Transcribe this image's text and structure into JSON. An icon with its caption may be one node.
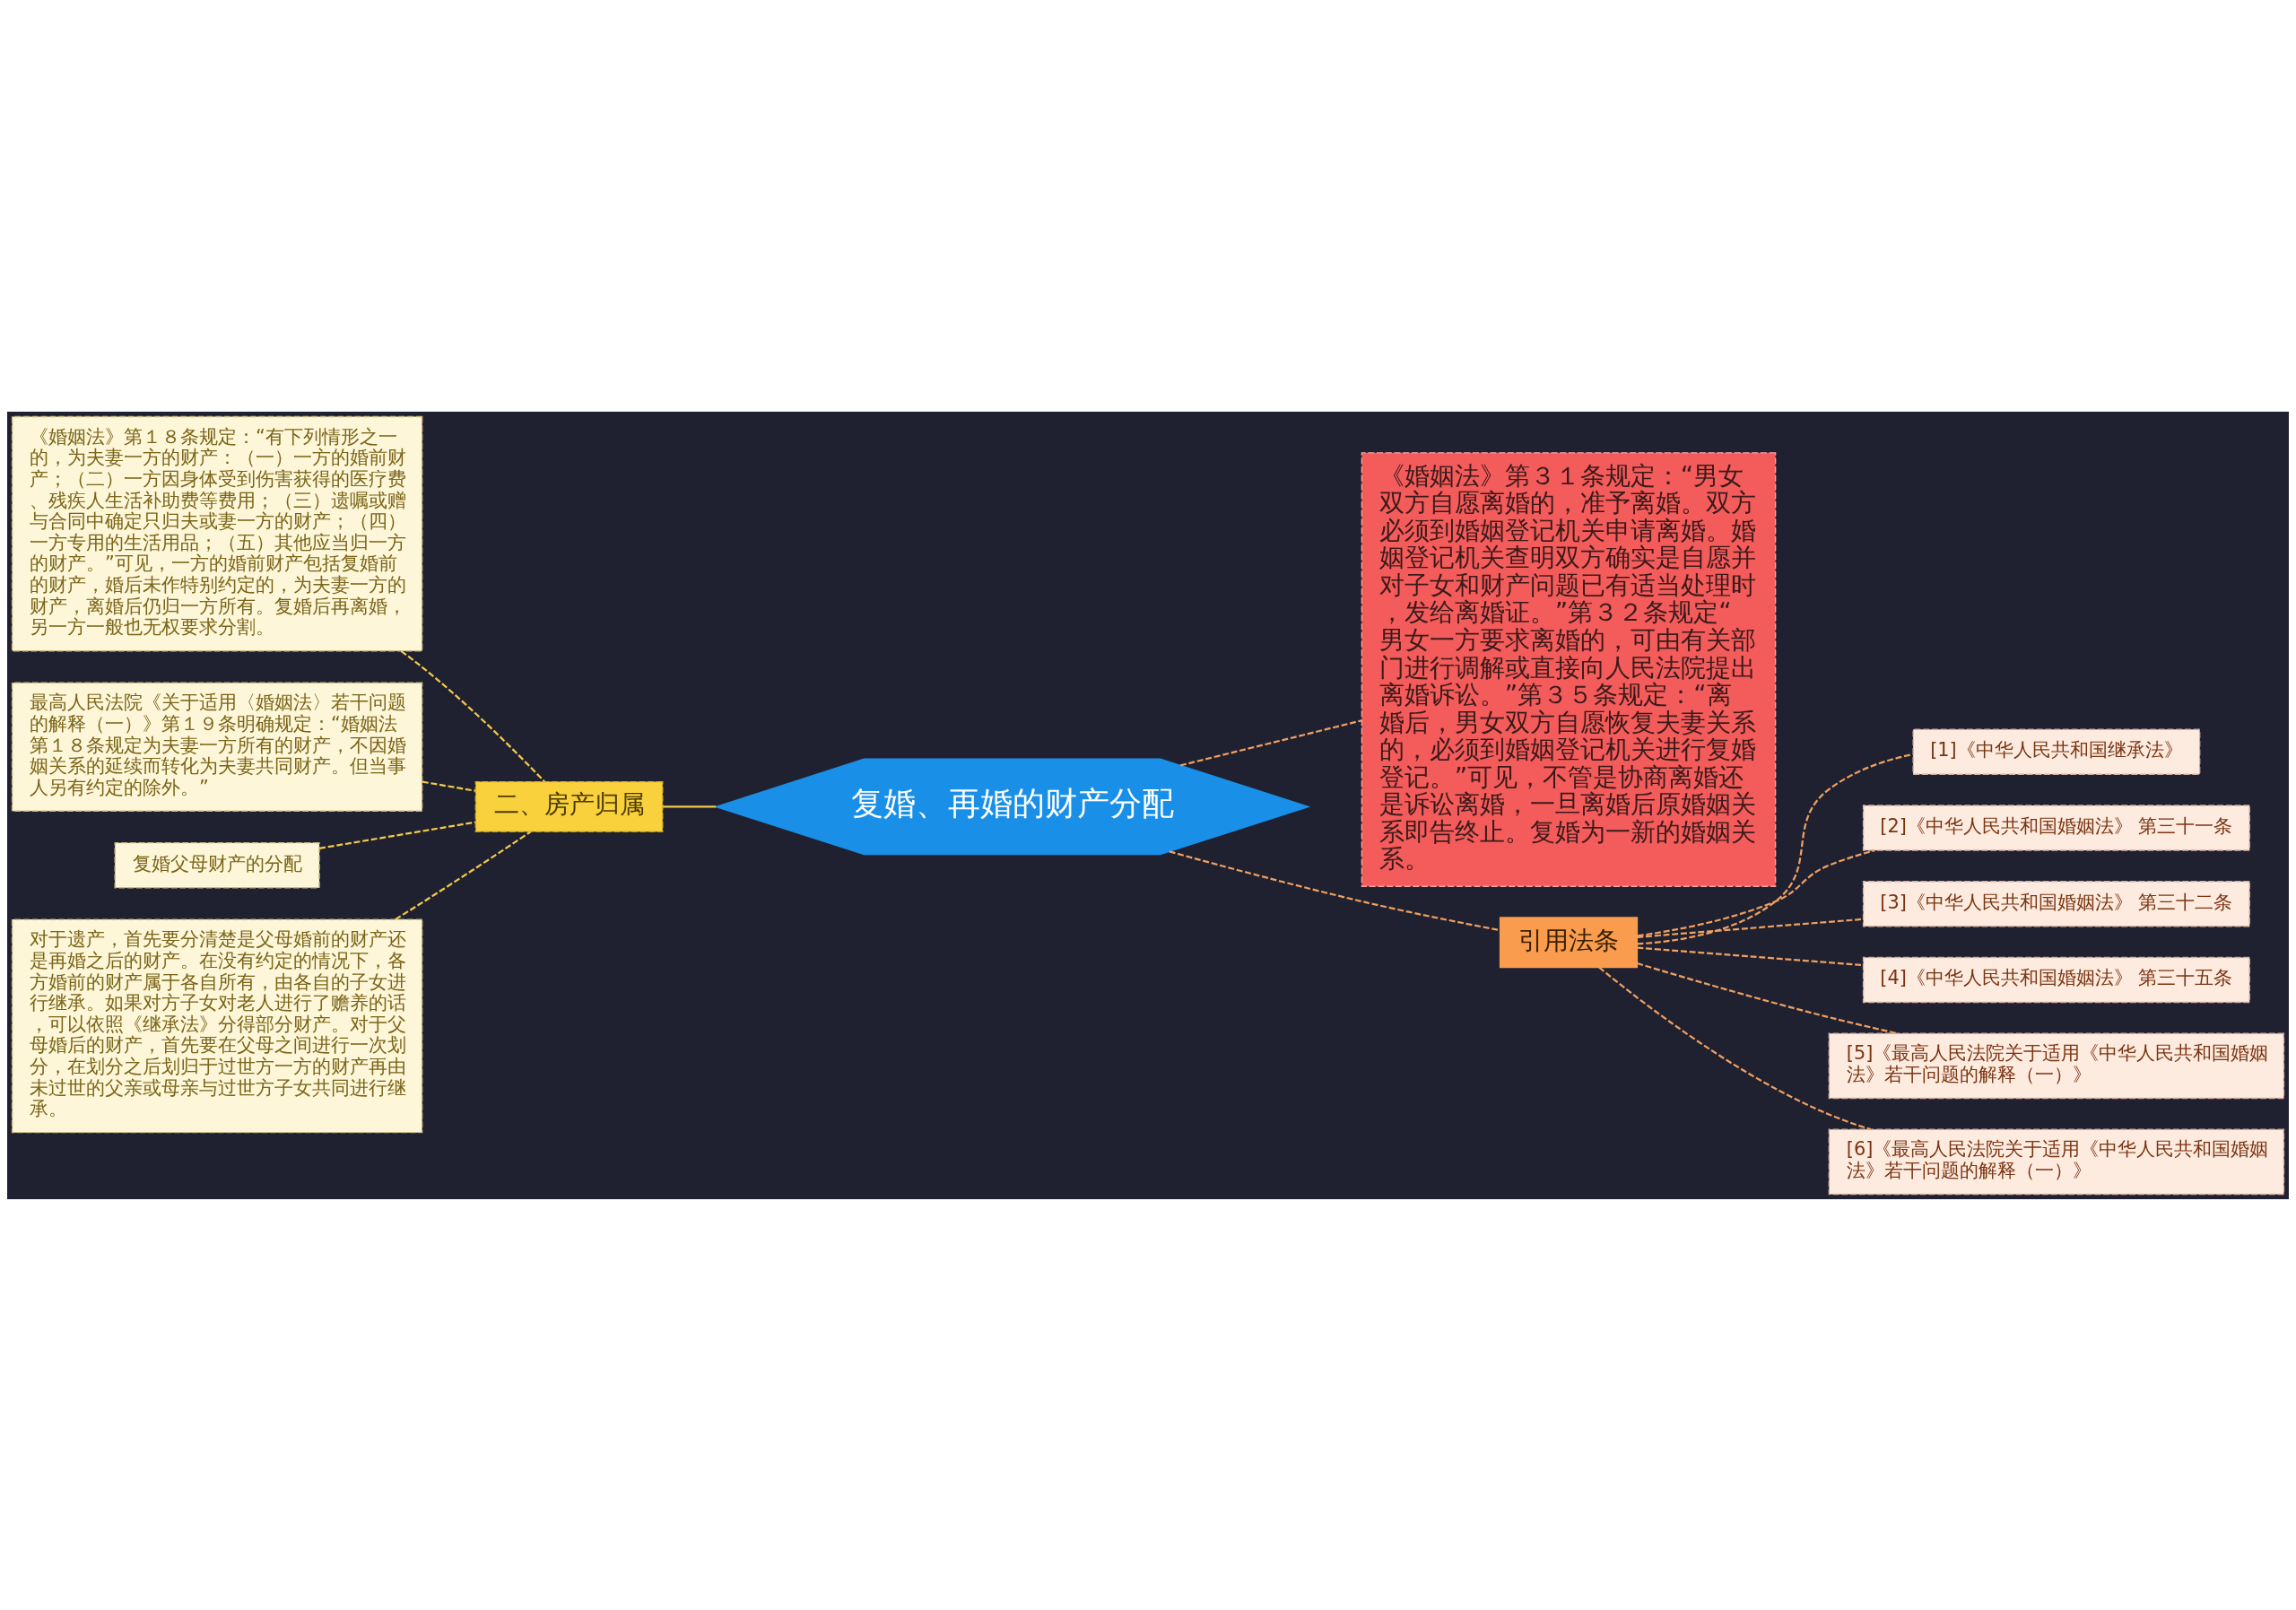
{
  "diagram": {
    "nodes": [
      {
        "text": [
          "复婚、再婚的财产分配"
        ]
      },
      {
        "text": [
          "二、房产归属"
        ]
      },
      {
        "text": [
          "《婚姻法》第１８条规定：“有下列情形之一的，为夫妻一方的财产：（一）一方的婚前财产；（二）一方因身体受到伤害获得的医疗费、残疾人生活补助费等费用；（三）遗嘱或赠与合同中确定只归夫或妻一方的财产；（四）一方专用的生活用品；（五）其他应当归一方的财产。”可见，一方的婚前财产包括复婚前的财产，婚后未作特别约定的，为夫妻一方的财产，离婚后仍归一方所有。复婚后再离婚，另一方一般也无权要求分割。"
        ]
      },
      {
        "text": [
          "最高人民法院《关于适用〈婚姻法〉若干问题的解释（一）》第１９条明确规定：“婚姻法第１８条规定为夫妻一方所有的财产，不因婚姻关系的延续而转化为夫妻共同财产。但当事人另有约定的除外。”"
        ]
      },
      {
        "text": [
          "复婚父母财产的分配"
        ]
      },
      {
        "text": [
          "对于遗产，首先要分清楚是父母婚前的财产还是再婚之后的财产。在没有约定的情况下，各方婚前的财产属于各自所有，由各自的子女进行继承。如果对方子女对老人进行了赡养的话，可以依照《继承法》分得部分财产。对于父母婚后的财产，首先要在父母之间进行一次划分，在划分之后划归于过世方一方的财产再由未过世的父亲或母亲与过世方子女共同进行继承。"
        ]
      },
      {
        "text": [
          "《婚姻法》第３１条规定：“男女双方自愿离婚的，准予离婚。双方必须到婚姻登记机关申请离婚。婚姻登记机关查明双方确实是自愿并对子女和财产问题已有适当处理时，发给离婚证。”第３２条规定“男女一方要求离婚的，可由有关部门进行调解或直接向人民法院提出离婚诉讼。”第３５条规定：“离婚后，男女双方自愿恢复夫妻关系的，必须到婚姻登记机关进行复婚登记。”可见，不管是协商离婚还是诉讼离婚，一旦离婚后原婚姻关系即告终止。复婚为一新的婚姻关系。"
        ]
      },
      {
        "text": [
          "引用法条"
        ]
      },
      {
        "text": [
          "[1]《中华人民共和国继承法》"
        ]
      },
      {
        "text": [
          "[2]《中华人民共和国婚姻法》 第三十一条"
        ]
      },
      {
        "text": [
          "[3]《中华人民共和国婚姻法》 第三十二条"
        ]
      },
      {
        "text": [
          "[4]《中华人民共和国婚姻法》 第三十五条"
        ]
      },
      {
        "text": [
          "[5]《最高人民法院关于适用《中华人民共和国婚姻法》若干问题的解释（一）》"
        ]
      },
      {
        "text": [
          "[6]《最高人民法院关于适用《中华人民共和国婚姻法》若干问题的解释（一）》"
        ]
      }
    ],
    "edges": [
      {
        "from": 0,
        "to": 1,
        "arrow": "none",
        "color": "#f2c94c"
      },
      {
        "from": 1,
        "to": 2,
        "arrow": "none",
        "style": "dashed",
        "color": "#f2c94c"
      },
      {
        "from": 1,
        "to": 3,
        "arrow": "none",
        "style": "dashed",
        "color": "#f2c94c"
      },
      {
        "from": 1,
        "to": 4,
        "arrow": "none",
        "style": "dashed",
        "color": "#f2c94c"
      },
      {
        "from": 1,
        "to": 5,
        "arrow": "none",
        "style": "dashed",
        "color": "#f2c94c"
      },
      {
        "from": 0,
        "to": 6,
        "arrow": "none",
        "style": "dashed"
      },
      {
        "from": 0,
        "to": 7,
        "arrow": "none",
        "style": "dashed"
      },
      {
        "from": 7,
        "to": 8,
        "arrow": "none",
        "style": "dashed"
      },
      {
        "from": 7,
        "to": 9,
        "arrow": "none",
        "style": "dashed"
      },
      {
        "from": 7,
        "to": 10,
        "arrow": "none",
        "style": "dashed"
      },
      {
        "from": 7,
        "to": 11,
        "arrow": "none",
        "style": "dashed"
      },
      {
        "from": 7,
        "to": 12,
        "arrow": "none",
        "style": "dashed"
      },
      {
        "from": 7,
        "to": 13,
        "arrow": "none",
        "style": "dashed"
      }
    ]
  }
}
